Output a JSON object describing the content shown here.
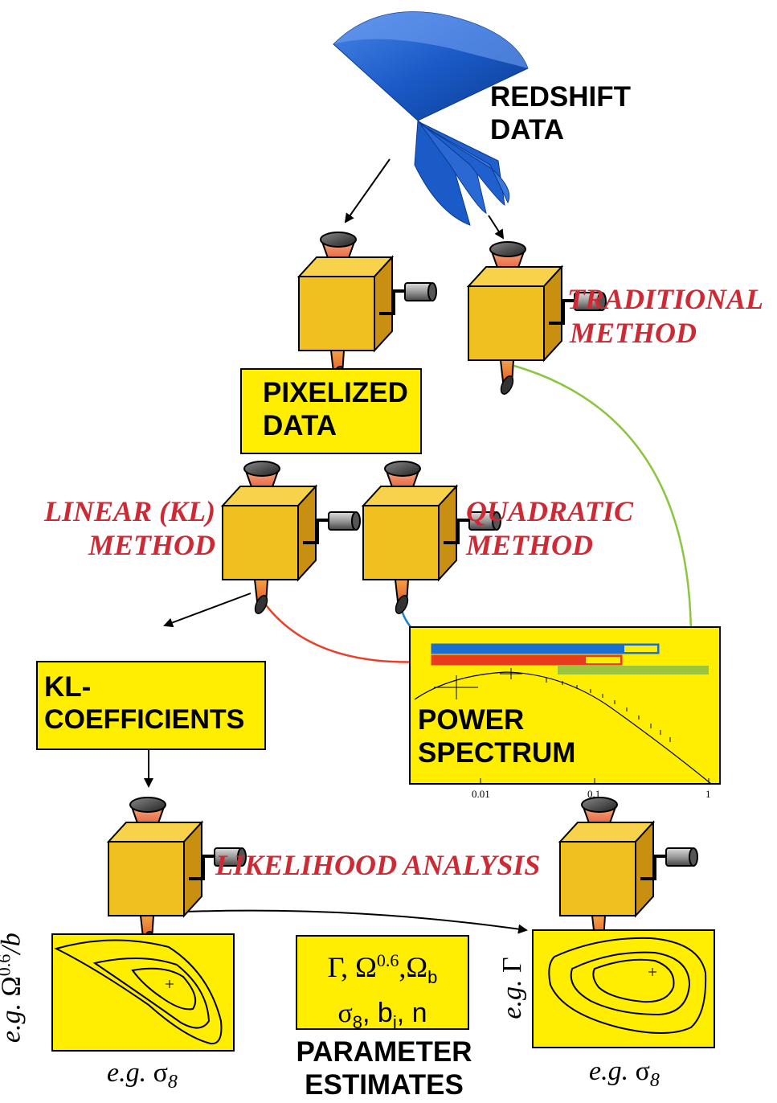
{
  "labels": {
    "redshift_data": [
      "REDSHIFT",
      "DATA"
    ],
    "traditional_method": [
      "TRADITIONAL",
      "METHOD"
    ],
    "pixelized_data": [
      "PIXELIZED",
      "DATA"
    ],
    "linear_method": [
      "LINEAR (KL)",
      "METHOD"
    ],
    "quadratic_method": [
      "QUADRATIC",
      "METHOD"
    ],
    "kl_coefficients": [
      "KL-",
      "COEFFICIENTS"
    ],
    "power_spectrum": [
      "POWER",
      "SPECTRUM"
    ],
    "likelihood_analysis": "LIKELIHOOD ANALYSIS",
    "parameter_estimates": [
      "PARAMETER",
      "ESTIMATES"
    ]
  },
  "parameters": {
    "gamma": "Γ",
    "omega": "Ω",
    "omega_exp": "0.6",
    "omega_b": "Ω",
    "omega_b_sub": "b",
    "sigma": "σ",
    "sigma_sub": "8",
    "b": "b",
    "b_sub": "i",
    "n": "n"
  },
  "left_contour": {
    "eg": "e.g.",
    "y_symbol": "Ω",
    "y_exp": "0.6",
    "y_rest": "/b",
    "x_symbol": "σ",
    "x_sub": "8"
  },
  "right_contour": {
    "eg": "e.g.",
    "y_symbol": "Γ",
    "x_symbol": "σ",
    "x_sub": "8"
  },
  "power_spectrum_ticks": [
    "0.01",
    "0.1",
    "1"
  ],
  "colors": {
    "box_fill": "#ffee00",
    "method_text": "#cc2b36",
    "machine_body": "#f0c020",
    "cone_blue": "#1a5bc8",
    "blue_bar": "#1a6fd0",
    "red_bar": "#e83a1c",
    "green_bar": "#9bc53d",
    "green_arrow": "#8cc63f",
    "red_arrow": "#e8402a",
    "blue_arrow": "#1a7fd0"
  }
}
